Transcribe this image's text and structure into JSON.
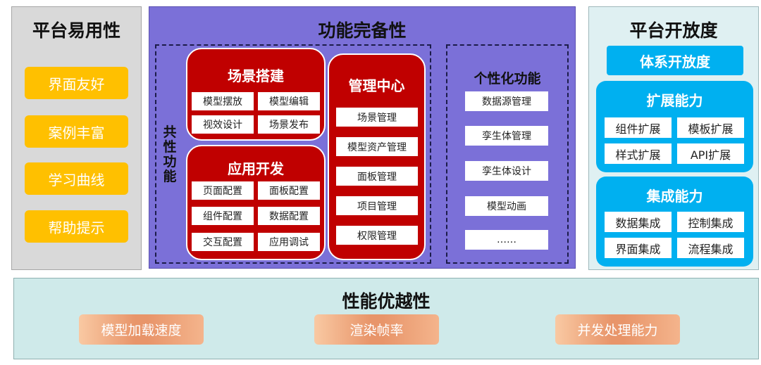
{
  "usability": {
    "title": "平台易用性",
    "items": [
      "界面友好",
      "案例丰富",
      "学习曲线",
      "帮助提示"
    ]
  },
  "functionality": {
    "title": "功能完备性",
    "common_label": "共性功能",
    "scene_building": {
      "title": "场景搭建",
      "items": [
        "模型摆放",
        "模型编辑",
        "视效设计",
        "场景发布"
      ]
    },
    "app_dev": {
      "title": "应用开发",
      "items": [
        "页面配置",
        "面板配置",
        "组件配置",
        "数据配置",
        "交互配置",
        "应用调试"
      ]
    },
    "management": {
      "title": "管理中心",
      "items": [
        "场景管理",
        "模型资产管理",
        "面板管理",
        "项目管理",
        "权限管理"
      ]
    },
    "personal": {
      "title": "个性化功能",
      "items": [
        "数据源管理",
        "孪生体管理",
        "孪生体设计",
        "模型动画",
        "……"
      ]
    }
  },
  "openness": {
    "title": "平台开放度",
    "system": "体系开放度",
    "extension": {
      "title": "扩展能力",
      "items": [
        "组件扩展",
        "模板扩展",
        "样式扩展",
        "API扩展"
      ]
    },
    "integration": {
      "title": "集成能力",
      "items": [
        "数据集成",
        "控制集成",
        "界面集成",
        "流程集成"
      ]
    }
  },
  "performance": {
    "title": "性能优越性",
    "items": [
      "模型加载速度",
      "渲染帧率",
      "并发处理能力"
    ]
  },
  "colors": {
    "usability_bg": "#d9d9d9",
    "pill_orange": "#ffc000",
    "func_bg": "#7b70d8",
    "dark_red": "#c00000",
    "open_bg": "#dff0f2",
    "open_blue": "#00b0f0",
    "perf_bg": "#cfeaea",
    "perf_orange": "#e8956a"
  }
}
